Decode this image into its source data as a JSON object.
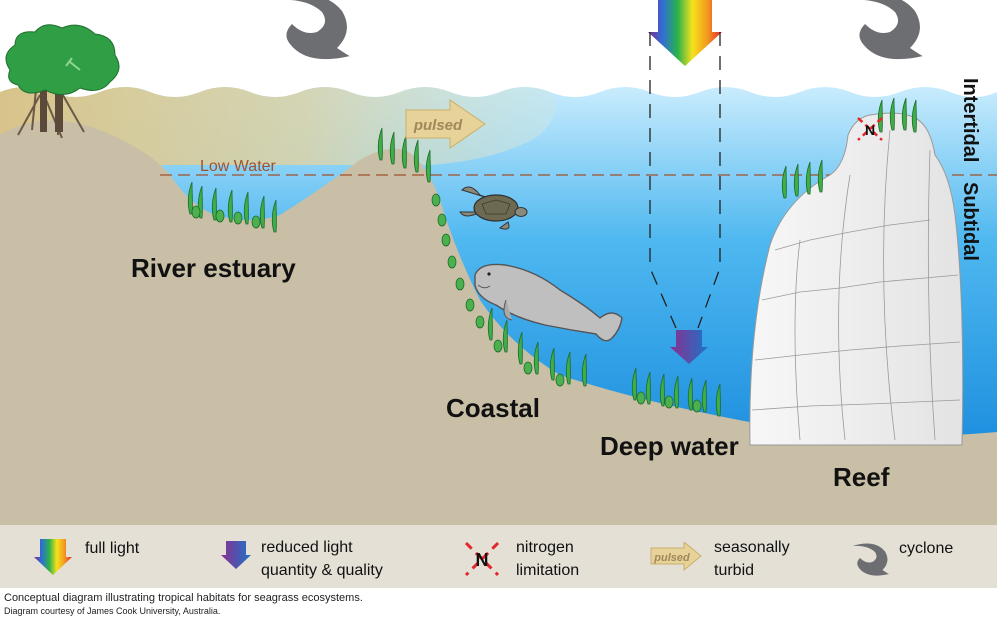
{
  "labels": {
    "low_water": "Low Water",
    "river_estuary": "River estuary",
    "coastal": "Coastal",
    "deep_water": "Deep water",
    "reef": "Reef",
    "intertidal": "Intertidal",
    "subtidal": "Subtidal",
    "pulsed": "pulsed",
    "nitrogen_symbol": "N"
  },
  "legend": {
    "full_light": "full light",
    "reduced_light_1": "reduced light",
    "reduced_light_2": "quantity & quality",
    "nitrogen_1": "nitrogen",
    "nitrogen_2": "limitation",
    "pulsed_icon": "pulsed",
    "nitrogen_icon": "N",
    "turbid_1": "seasonally",
    "turbid_2": "turbid",
    "cyclone": "cyclone"
  },
  "caption": {
    "line1": "Conceptual diagram illustrating tropical habitats for seagrass ecosystems.",
    "line2": "Diagram courtesy of James Cook University, Australia."
  },
  "colors": {
    "sand": "#c9bfa6",
    "water_deep": "#0b96e6",
    "water_light": "#bfe6fb",
    "turbid": "#d9c690",
    "seagrass": "#3fae49",
    "low_water_line": "#a0522d",
    "cyclone": "#6d6e71",
    "reef": "#f2f2f2"
  },
  "icons": [
    "cyclone-icon",
    "full-light-arrow-icon",
    "reduced-light-arrow-icon",
    "nitrogen-limitation-icon",
    "pulsed-arrow-icon",
    "mangrove-tree-icon",
    "turtle-icon",
    "dugong-icon",
    "seagrass-icon"
  ]
}
